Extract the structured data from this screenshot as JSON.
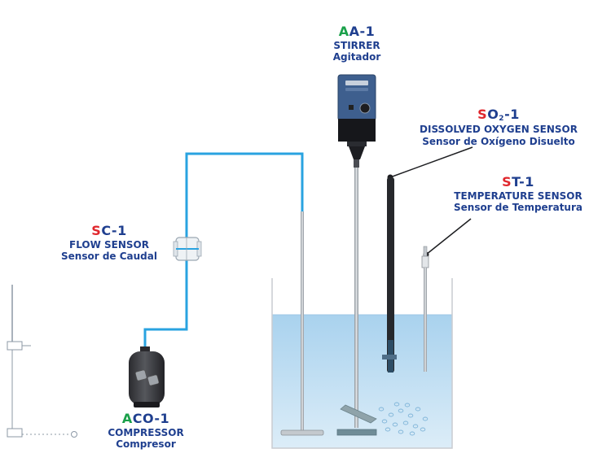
{
  "colors": {
    "label_blue": "#1f3f8f",
    "prefix_red": "#e0272d",
    "prefix_green": "#1aa04a",
    "tube_blue": "#29a3e0",
    "water": "#b6d9f0"
  },
  "stirrer": {
    "prefix": "A",
    "code": "A-1",
    "name_en": "STIRRER",
    "name_es": "Agitador"
  },
  "oxygen_sensor": {
    "prefix": "S",
    "code_main": "O",
    "code_sub": "2",
    "code_suffix": "-1",
    "name_en": "DISSOLVED OXYGEN SENSOR",
    "name_es": "Sensor de Oxígeno Disuelto"
  },
  "temperature_sensor": {
    "prefix": "S",
    "code": "T-1",
    "name_en": "TEMPERATURE SENSOR",
    "name_es": "Sensor de Temperatura"
  },
  "flow_sensor": {
    "prefix": "S",
    "code": "C-1",
    "name_en": "FLOW SENSOR",
    "name_es": "Sensor de Caudal"
  },
  "compressor": {
    "prefix": "A",
    "code": "CO-1",
    "name_en": "COMPRESSOR",
    "name_es": "Compresor"
  }
}
